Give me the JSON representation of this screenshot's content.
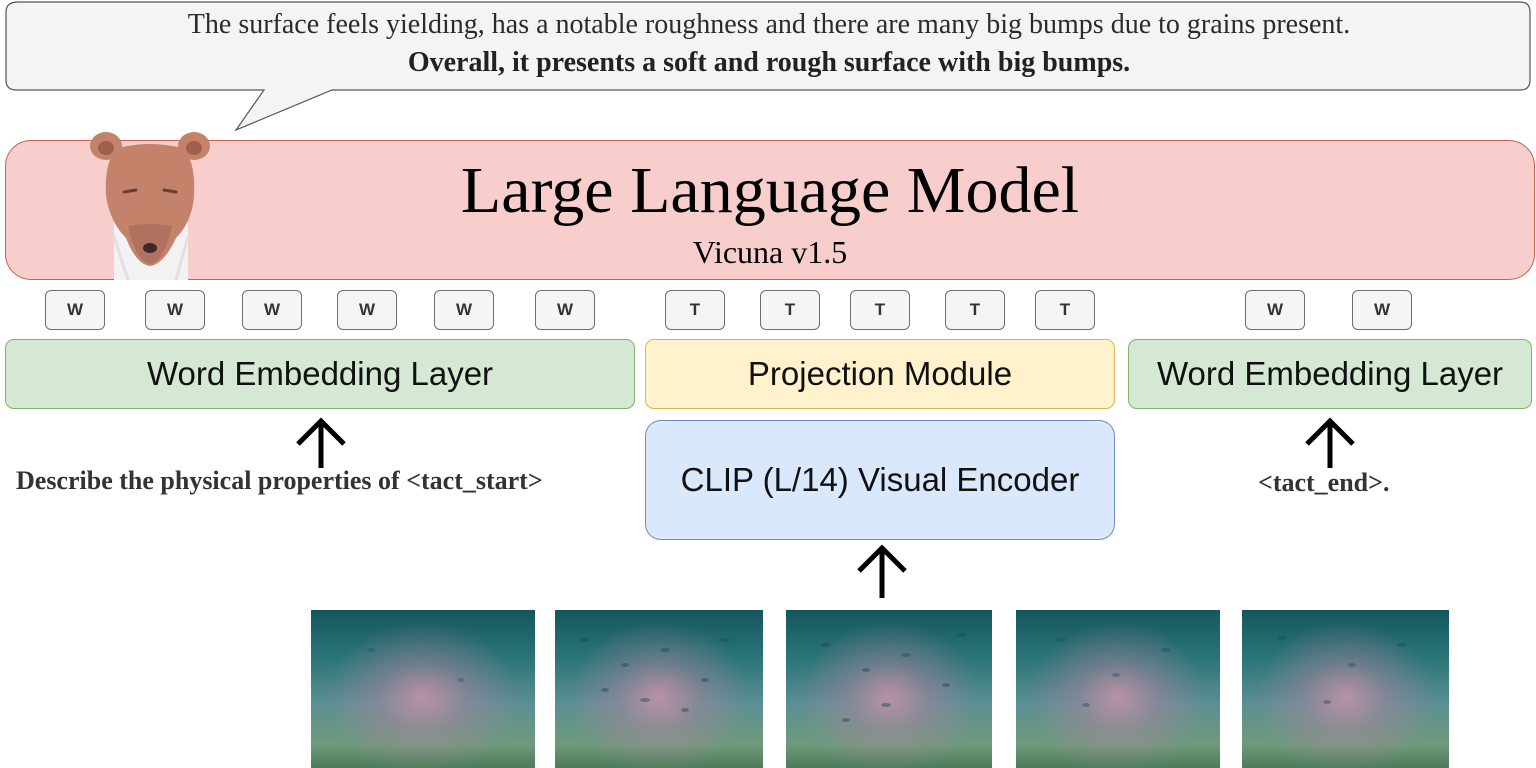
{
  "bubble": {
    "line1": "The surface feels yielding, has a notable roughness and there are many big bumps due to grains present.",
    "line2": "Overall, it presents a soft and rough surface with big bumps."
  },
  "llm": {
    "title": "Large Language Model",
    "subtitle": "Vicuna v1.5"
  },
  "tokens": {
    "left": [
      "W",
      "W",
      "W",
      "W",
      "W",
      "W"
    ],
    "middle": [
      "T",
      "T",
      "T",
      "T",
      "T"
    ],
    "right": [
      "W",
      "W"
    ]
  },
  "modules": {
    "word_embedding_left": "Word Embedding Layer",
    "projection": "Projection Module",
    "word_embedding_right": "Word Embedding Layer",
    "clip_encoder": "CLIP (L/14) Visual Encoder"
  },
  "inputs": {
    "prompt_start": "Describe the physical properties of <tact_start>",
    "prompt_end": "<tact_end>."
  },
  "colors": {
    "llm_fill": "#f8cecc",
    "word_embedding_fill": "#d5e8d4",
    "projection_fill": "#fff2cc",
    "clip_fill": "#dae8fc"
  },
  "icons": {
    "mascot": "vicuna-mascot-icon"
  }
}
